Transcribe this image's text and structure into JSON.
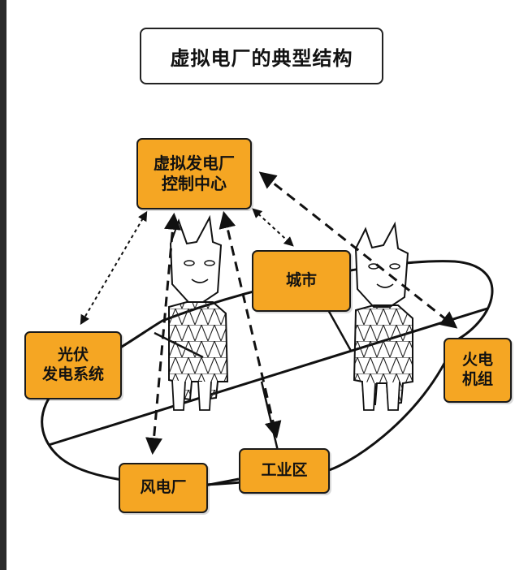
{
  "title": "虚拟电厂的典型结构",
  "nodes": {
    "control_center": "虚拟发电厂\n控制中心",
    "city": "城市",
    "solar": "光伏\n发电系统",
    "thermal": "火电\n机组",
    "wind": "风电厂",
    "industrial": "工业区"
  },
  "colors": {
    "node_fill": "#f5a623",
    "outline": "#1a1a1a"
  },
  "icons": [
    "cartoon-character-icon",
    "cartoon-character-icon"
  ]
}
